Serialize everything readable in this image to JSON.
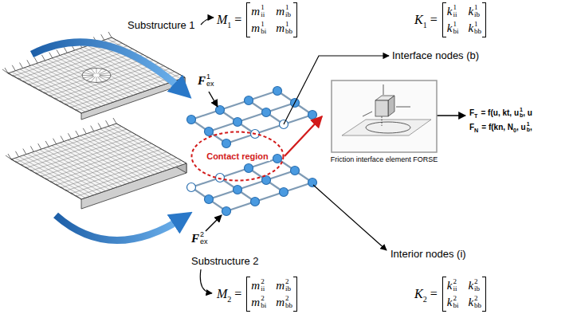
{
  "diagram": {
    "nodes": [
      {
        "text": [
          "Contact region"
        ]
      },
      {
        "text": [
          "Friction interface element FORSE"
        ]
      }
    ],
    "edges": [
      {
        "from": 0,
        "to": 1,
        "arrow": "to"
      }
    ],
    "labels": [
      "Substructure 1",
      "Substructure 2",
      "Interface nodes (b)",
      "Interior nodes (i)",
      "F",
      "ex",
      "1",
      "F",
      "ex",
      "2",
      "F",
      "T",
      "= f(u, kt, u",
      "1",
      "b",
      ", u",
      "F",
      "N",
      "= f(kn, N",
      "0",
      ", u",
      "1",
      "b",
      ",",
      "M",
      "1",
      "=",
      "m",
      "1",
      "ii",
      "m",
      "1",
      "ib",
      "m",
      "1",
      "bi",
      "m",
      "1",
      "bb",
      "K",
      "1",
      "=",
      "k",
      "1",
      "ii",
      "k",
      "1",
      "ib",
      "k",
      "1",
      "bi",
      "k",
      "1",
      "bb",
      "M",
      "2",
      "=",
      "m",
      "2",
      "ii",
      "m",
      "2",
      "ib",
      "m",
      "2",
      "bi",
      "m",
      "2",
      "bb",
      "K",
      "2",
      "=",
      "k",
      "2",
      "ii",
      "k",
      "2",
      "ib",
      "k",
      "2",
      "bi",
      "k",
      "2",
      "bb"
    ]
  }
}
